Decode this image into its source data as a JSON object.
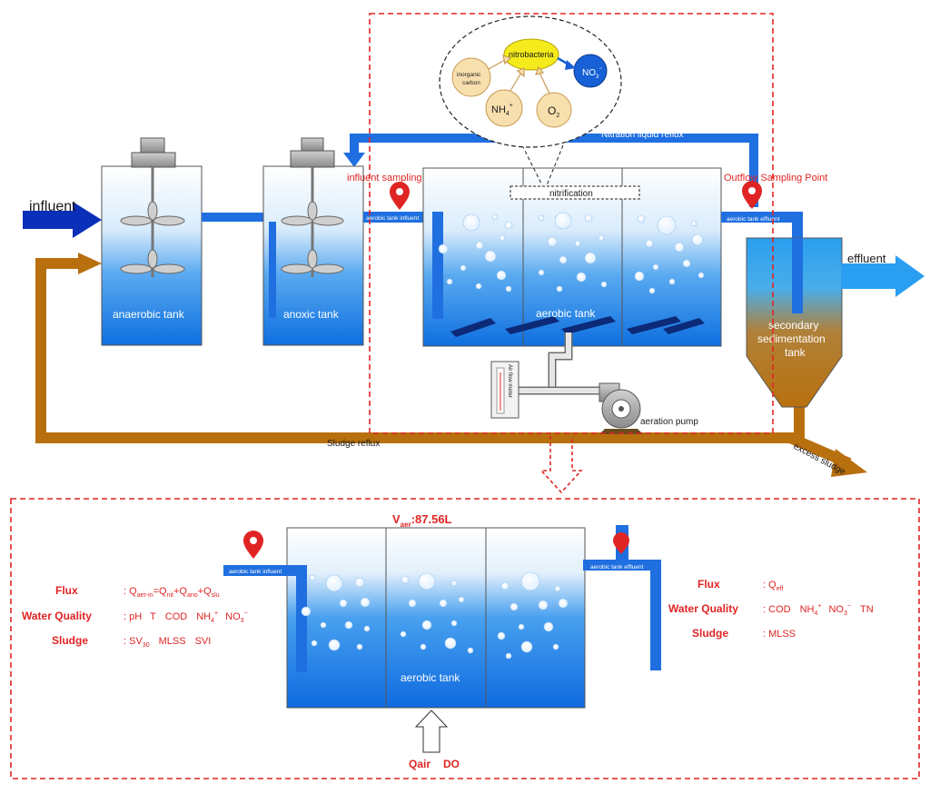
{
  "top": {
    "influent": "influent",
    "effluent": "effluent",
    "anaerobic_tank": "anaerobic tank",
    "anoxic_tank": "anoxic tank",
    "aerobic_tank": "aerobic tank",
    "secondary_line1": "secondary",
    "secondary_line2": "sedimentation",
    "secondary_line3": "tank",
    "nitration_reflux": "Nitration liquid reflux",
    "influent_sampling": "influent sampling point",
    "outflow_sampling": "Outflow Sampling Point",
    "aerobic_influent": "aerobic tank influent",
    "aerobic_effluent": "aerobic tank effluent",
    "nitrification": "nitrification",
    "air_flow_meter": "Air flow meter",
    "aeration_pump": "aeration pump",
    "sludge_reflux": "Sludge reflux",
    "excess_sludge": "excess sludge"
  },
  "bubble": {
    "nitrobacteria": "nitrobacteria",
    "inorganic_line1": "inorganic",
    "inorganic_line2": "carbon",
    "no3": "NO",
    "no3_sub": "3",
    "no3_sup": "−",
    "nh4": "NH",
    "nh4_sub": "4",
    "nh4_sup": "+",
    "o2": "O",
    "o2_sub": "2"
  },
  "bottom": {
    "vaer": "V",
    "vaer_sub": "aer",
    "vaer_value": ":87.56L",
    "aerobic_tank": "aerobic tank",
    "aerobic_influent": "aerobic tank influent",
    "aerobic_effluent": "aerobic tank effluent",
    "qair": "Qair",
    "do": "DO",
    "left": {
      "flux_label": "Flux",
      "wq_label": "Water Quality",
      "sludge_label": "Sludge",
      "flux_q": "Q",
      "flux_q_sub": "aer-in",
      "flux_eq": "=Q",
      "flux_nit": "nit",
      "flux_plus1": "+Q",
      "flux_ano": "ano",
      "flux_plus2": "+Q",
      "flux_slu": "slu",
      "wq_ph": "pH",
      "wq_t": "T",
      "wq_cod": "COD",
      "wq_nh4": "NH",
      "wq_nh4_sub": "4",
      "wq_nh4_sup": "+",
      "wq_no3": "NO",
      "wq_no3_sub": "3",
      "wq_no3_sup": "−",
      "sl_sv": "SV",
      "sl_sv_sub": "30",
      "sl_mlss": "MLSS",
      "sl_svi": "SVI"
    },
    "right": {
      "flux_label": "Flux",
      "wq_label": "Water Quality",
      "sludge_label": "Sludge",
      "flux_q": "Q",
      "flux_q_sub": "eff",
      "wq_cod": "COD",
      "wq_nh4": "NH",
      "wq_nh4_sub": "4",
      "wq_nh4_sup": "+",
      "wq_no3": "NO",
      "wq_no3_sub": "3",
      "wq_no3_sup": "−",
      "wq_tn": "TN",
      "sl_mlss": "MLSS"
    }
  },
  "colors": {
    "tank_blue": "#1a7fe0",
    "pipe_blue": "#1f6fe0",
    "sludge_brown": "#b8700e",
    "dashed_red": "#e02424",
    "nitrobacteria_yellow": "#f5ea1c",
    "nitrate_blue": "#1760d6",
    "node_beige": "#f8dfae",
    "influent_arrow": "#0a2fb8"
  }
}
